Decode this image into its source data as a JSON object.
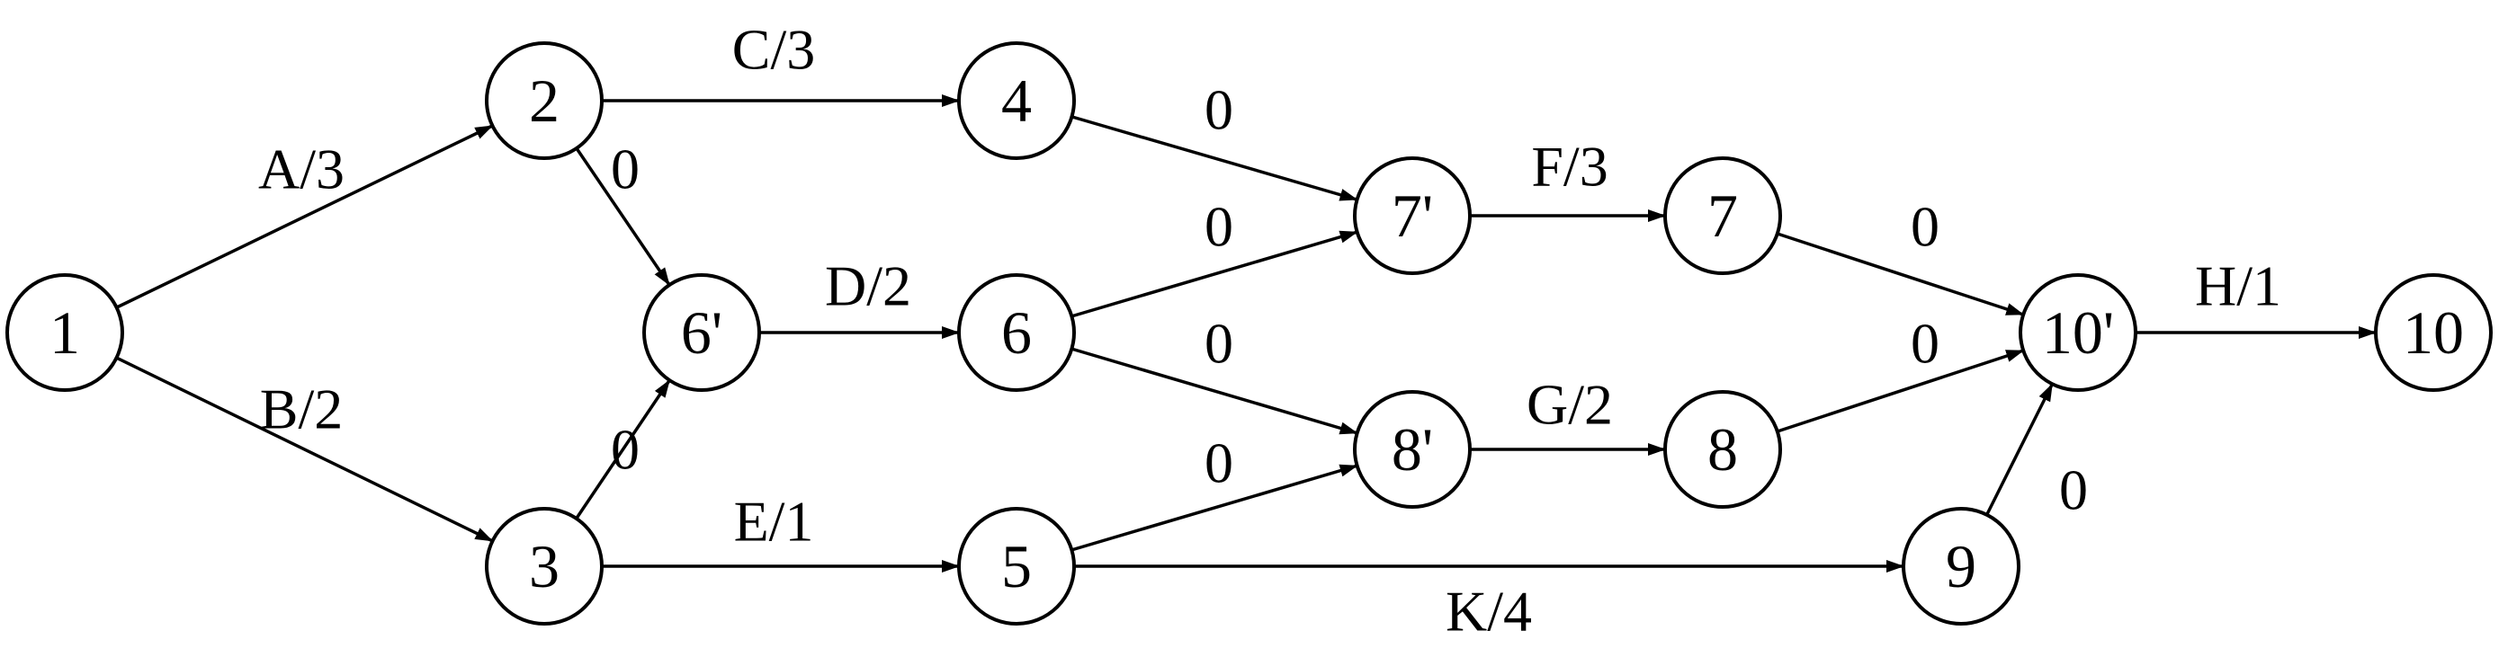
{
  "diagram": {
    "nodes": [
      {
        "id": "1",
        "label": "1"
      },
      {
        "id": "2",
        "label": "2"
      },
      {
        "id": "3",
        "label": "3"
      },
      {
        "id": "6p",
        "label": "6'"
      },
      {
        "id": "4",
        "label": "4"
      },
      {
        "id": "6",
        "label": "6"
      },
      {
        "id": "5",
        "label": "5"
      },
      {
        "id": "7p",
        "label": "7'"
      },
      {
        "id": "8p",
        "label": "8'"
      },
      {
        "id": "7",
        "label": "7"
      },
      {
        "id": "8",
        "label": "8"
      },
      {
        "id": "9",
        "label": "9"
      },
      {
        "id": "10p",
        "label": "10'"
      },
      {
        "id": "10",
        "label": "10"
      }
    ],
    "edges": [
      {
        "from": "1",
        "to": "2",
        "label": "A/3"
      },
      {
        "from": "1",
        "to": "3",
        "label": "B/2"
      },
      {
        "from": "2",
        "to": "4",
        "label": "C/3"
      },
      {
        "from": "2",
        "to": "6p",
        "label": "0"
      },
      {
        "from": "3",
        "to": "6p",
        "label": "0"
      },
      {
        "from": "3",
        "to": "5",
        "label": "E/1"
      },
      {
        "from": "6p",
        "to": "6",
        "label": "D/2"
      },
      {
        "from": "4",
        "to": "7p",
        "label": "0"
      },
      {
        "from": "6",
        "to": "7p",
        "label": "0"
      },
      {
        "from": "6",
        "to": "8p",
        "label": "0"
      },
      {
        "from": "5",
        "to": "8p",
        "label": "0"
      },
      {
        "from": "5",
        "to": "9",
        "label": "K/4"
      },
      {
        "from": "7p",
        "to": "7",
        "label": "F/3"
      },
      {
        "from": "8p",
        "to": "8",
        "label": "G/2"
      },
      {
        "from": "7",
        "to": "10p",
        "label": "0"
      },
      {
        "from": "8",
        "to": "10p",
        "label": "0"
      },
      {
        "from": "9",
        "to": "10p",
        "label": "0"
      },
      {
        "from": "10p",
        "to": "10",
        "label": "H/1"
      }
    ]
  }
}
